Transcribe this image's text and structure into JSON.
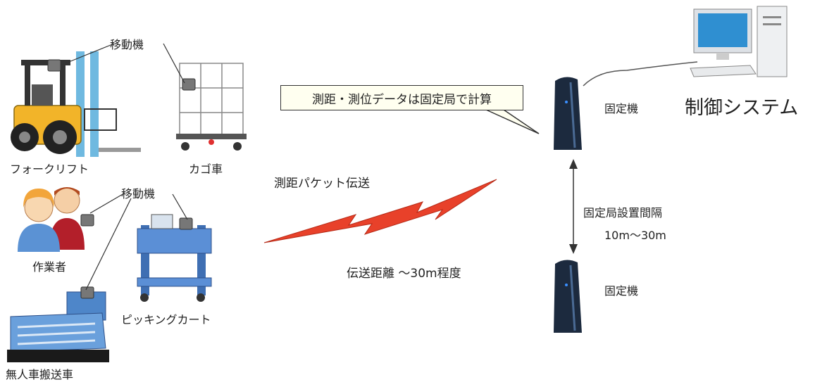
{
  "labels": {
    "mobile_unit_top": "移動機",
    "mobile_unit_mid": "移動機",
    "forklift": "フォークリフト",
    "cage_cart": "カゴ車",
    "worker": "作業者",
    "picking_cart": "ピッキングカート",
    "agv": "無人車搬送車",
    "fixed_unit_top": "固定機",
    "fixed_unit_bottom": "固定機",
    "control_system": "制御システム",
    "callout": "測距・測位データは固定局で計算",
    "ranging_packet": "測距パケット伝送",
    "transmission_distance": "伝送距離 ～30m程度",
    "station_interval": "固定局設置間隔",
    "station_interval_value": "10m～30m"
  },
  "colors": {
    "signal": "#e8412a",
    "forklift": "#f2b429",
    "mast": "#6fb9e0",
    "station": "#1c2a3e",
    "cart_blue": "#3f6fb3"
  }
}
